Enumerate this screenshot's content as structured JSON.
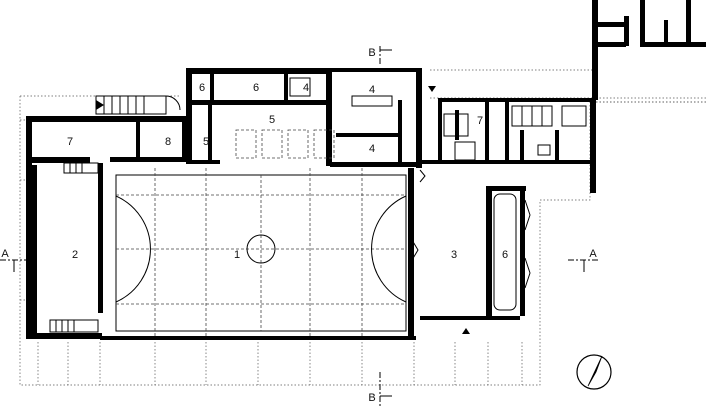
{
  "rooms": [
    {
      "id": "r1",
      "label": "1"
    },
    {
      "id": "r2",
      "label": "2"
    },
    {
      "id": "r3",
      "label": "3"
    },
    {
      "id": "r4a",
      "label": "4"
    },
    {
      "id": "r4b",
      "label": "4"
    },
    {
      "id": "r4c",
      "label": "4"
    },
    {
      "id": "r5a",
      "label": "5"
    },
    {
      "id": "r5b",
      "label": "5"
    },
    {
      "id": "r6a",
      "label": "6"
    },
    {
      "id": "r6b",
      "label": "6"
    },
    {
      "id": "r6c",
      "label": "6"
    },
    {
      "id": "r7a",
      "label": "7"
    },
    {
      "id": "r7b",
      "label": "7"
    },
    {
      "id": "r8",
      "label": "8"
    }
  ],
  "section_markers": {
    "a_left": "A",
    "a_right": "A",
    "b_top": "B",
    "b_bottom": "B"
  },
  "icons": {
    "north_arrow": "north-arrow-icon"
  }
}
